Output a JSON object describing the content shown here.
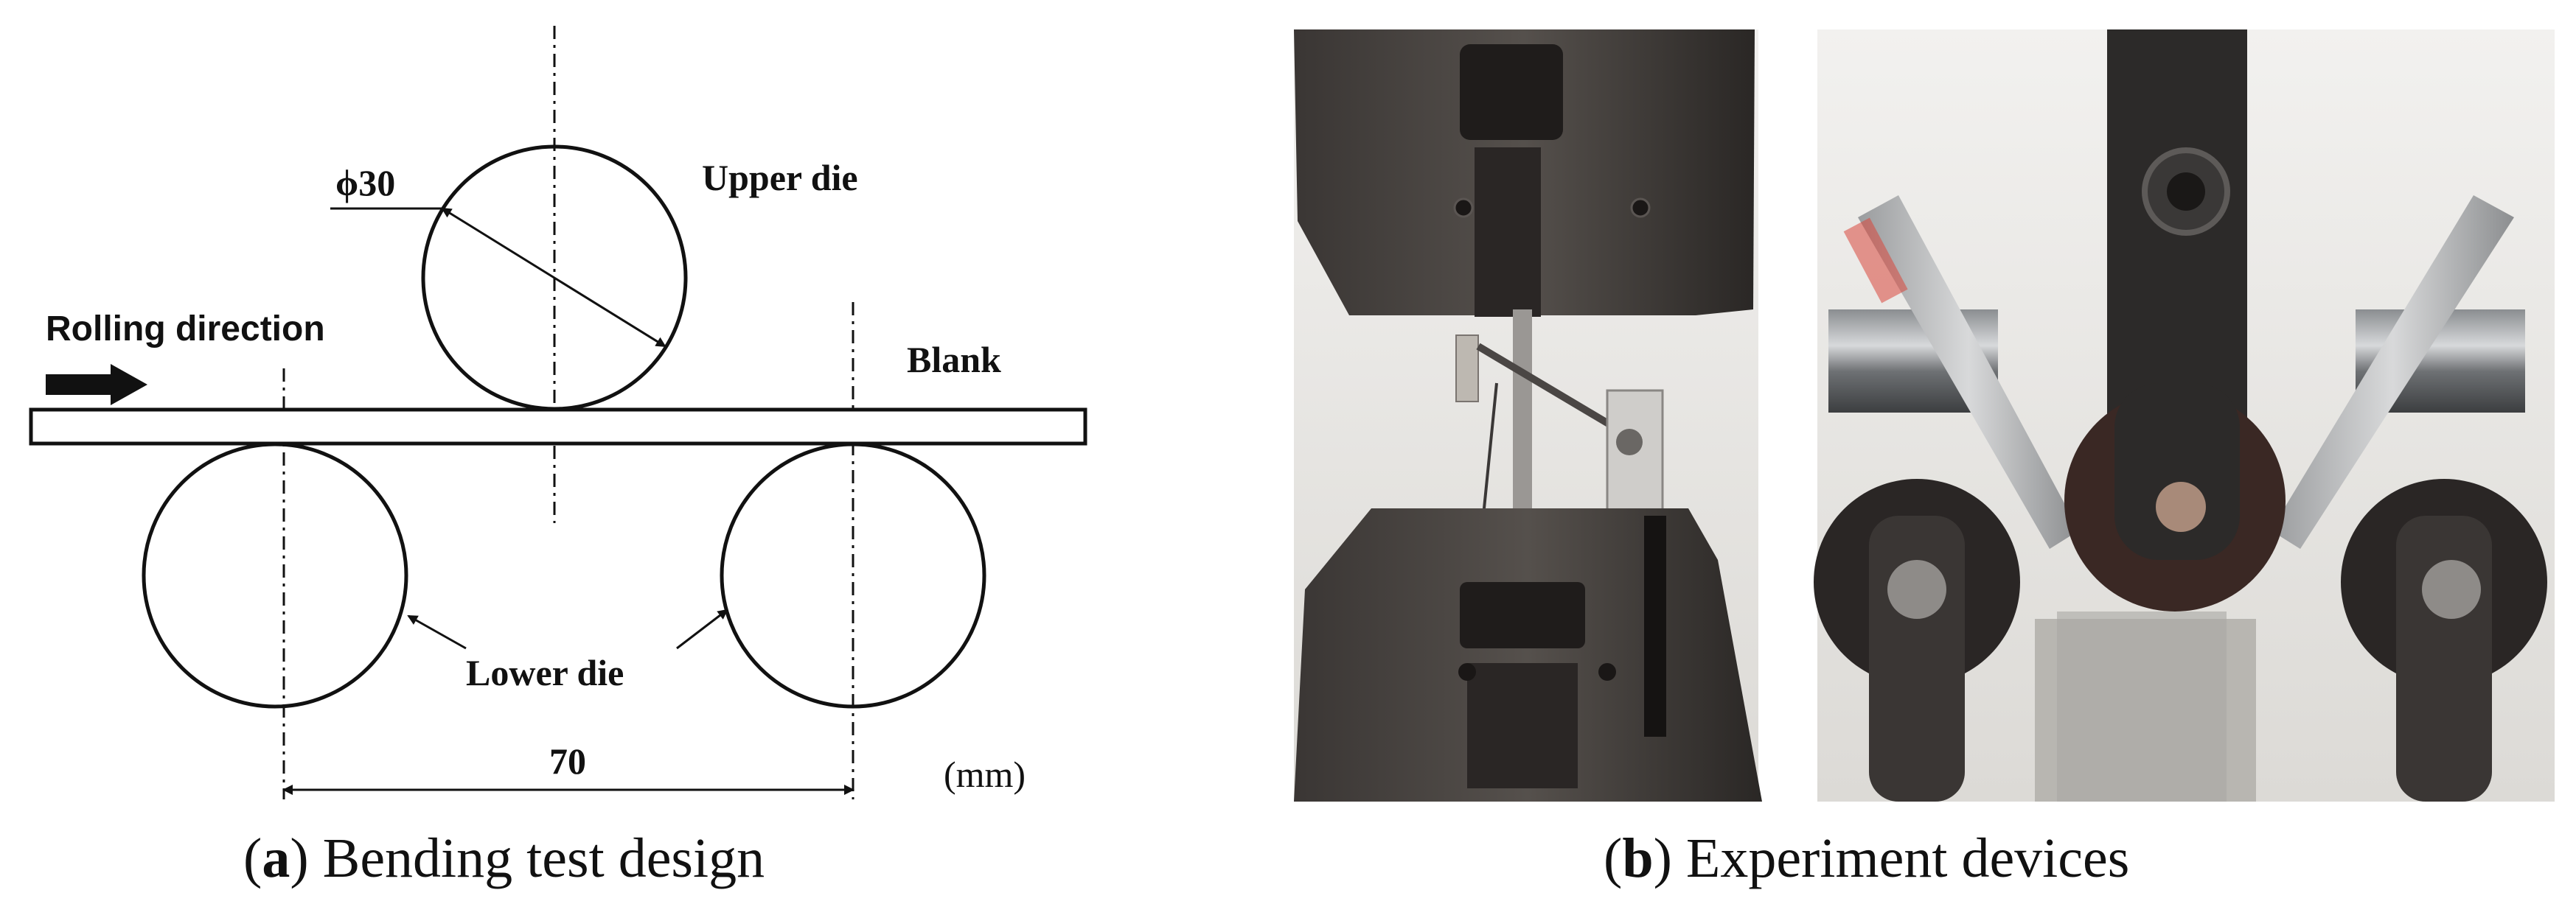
{
  "diagram": {
    "labels": {
      "diameter": "ϕ30",
      "upper_die": "Upper die",
      "rolling_direction": "Rolling direction",
      "blank": "Blank",
      "lower_die": "Lower die",
      "span": "70",
      "unit": "(mm)"
    },
    "captions": {
      "a_letter": "a",
      "a_text": ") Bending test design",
      "b_letter": "b",
      "b_text": ") Experiment devices"
    }
  },
  "photos": {
    "left": {
      "name": "tensile-machine-photo"
    },
    "right": {
      "name": "three-roller-fixture-photo"
    }
  },
  "colors": {
    "line": "#111111",
    "die_metal": "#2f2c2b",
    "photo_bg": "#ecebe8"
  }
}
